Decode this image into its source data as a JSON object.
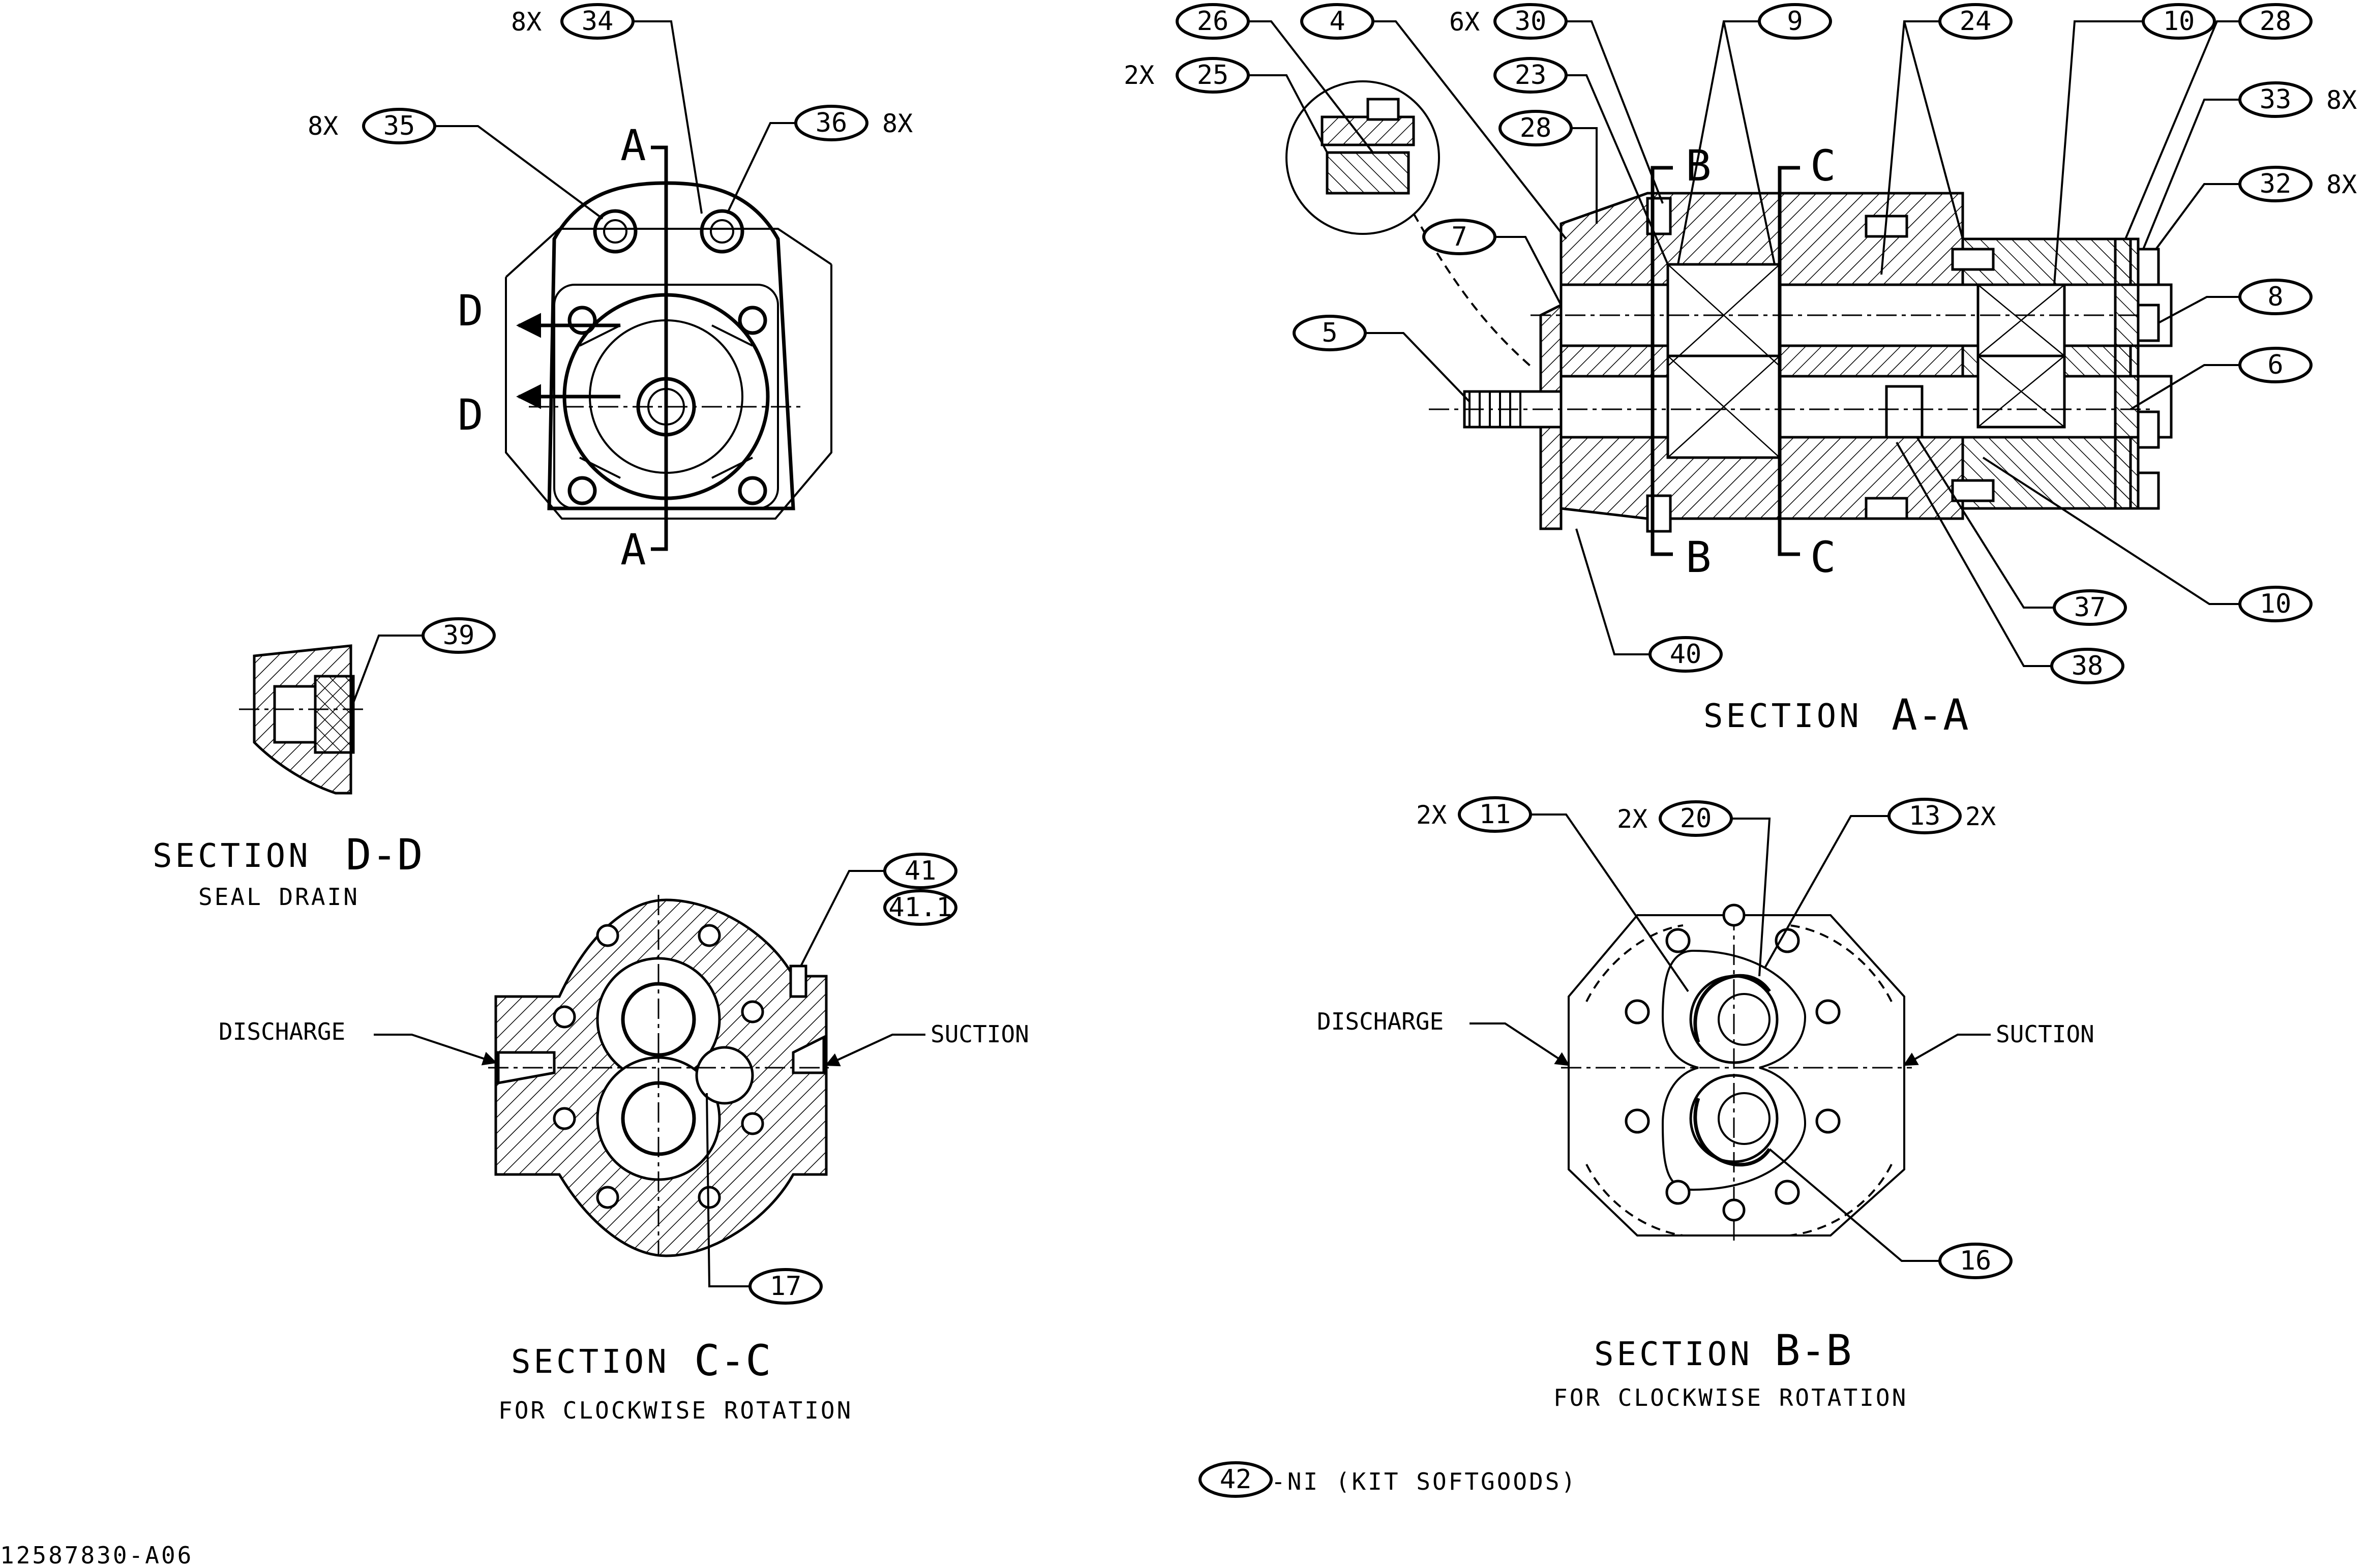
{
  "views": {
    "section_a": {
      "title_word": "SECTION",
      "title_letters": "A-A"
    },
    "section_b": {
      "title_word": "SECTION",
      "title_letters": "B-B",
      "subtitle": "FOR CLOCKWISE ROTATION",
      "discharge": "DISCHARGE",
      "suction": "SUCTION"
    },
    "section_c": {
      "title_word": "SECTION",
      "title_letters": "C-C",
      "subtitle": "FOR CLOCKWISE ROTATION",
      "discharge": "DISCHARGE",
      "suction": "SUCTION"
    },
    "section_d": {
      "title_word": "SECTION",
      "title_letters": "D-D",
      "subtitle": "SEAL DRAIN"
    }
  },
  "section_markers": {
    "a": "A",
    "b": "B",
    "c": "C",
    "d": "D"
  },
  "callouts": {
    "c34": "34",
    "c35": "35",
    "c36": "36",
    "c39": "39",
    "c26": "26",
    "c4": "4",
    "c30": "30",
    "c9": "9",
    "c24": "24",
    "c10": "10",
    "c28": "28",
    "c25": "25",
    "c23": "23",
    "c33": "33",
    "c32": "32",
    "c7": "7",
    "c8": "8",
    "c5": "5",
    "c6": "6",
    "c37": "37",
    "c38": "38",
    "c40": "40",
    "c41": "41",
    "c41_1": "41.1",
    "c17": "17",
    "c11": "11",
    "c20": "20",
    "c13": "13",
    "c16": "16",
    "c42": "42"
  },
  "quantities": {
    "q34": "8X",
    "q35": "8X",
    "q36": "8X",
    "q30": "6X",
    "q25": "2X",
    "q33": "8X",
    "q32": "8X",
    "q11": "2X",
    "q20": "2X",
    "q13": "2X"
  },
  "notes": {
    "kit": "-NI (KIT SOFTGOODS)"
  },
  "drawing_number": "12587830-A06"
}
